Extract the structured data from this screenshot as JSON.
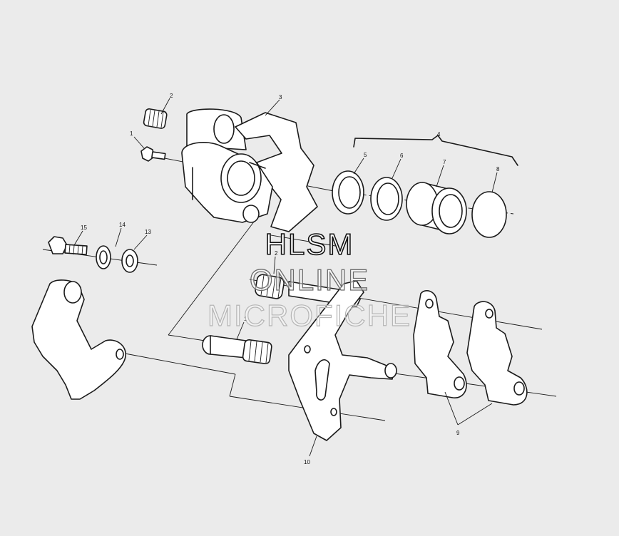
{
  "callouts": {
    "c1": "1",
    "c2": "2",
    "c3": "3",
    "c4": "4",
    "c5": "5",
    "c6": "6",
    "c7": "7",
    "c8": "8",
    "c9": "9",
    "c10": "10",
    "c13": "13",
    "c14": "14",
    "c15": "15",
    "c1b": "1",
    "c2b": "2"
  },
  "watermark": {
    "line1": "HLSM",
    "line2": "ONLINE",
    "line3": "MICROFICHE"
  }
}
